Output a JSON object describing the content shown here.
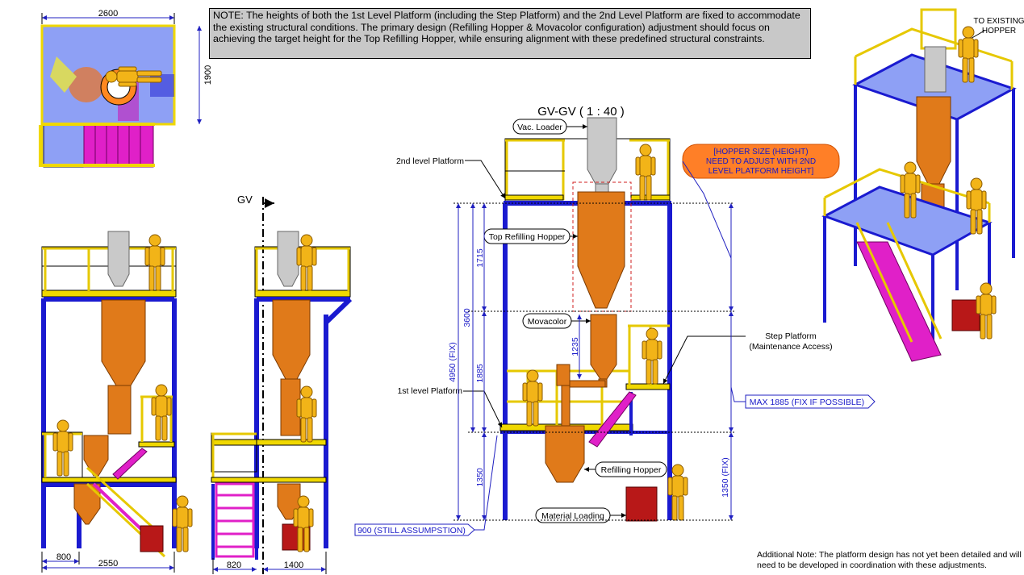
{
  "note_text": "NOTE: The heights of both the 1st Level Platform (including the Step Platform) and the 2nd Level Platform are fixed to accommodate the existing structural conditions. The primary design (Refilling Hopper & Movacolor configuration) adjustment should focus on achieving the target height for the Top Refilling Hopper, while ensuring alignment with these predefined structural constraints.",
  "additional_note": "Additional Note: The platform design has not yet been detailed and will need to be developed in coordination with these adjustments.",
  "plan_view": {
    "dim_width": "2600",
    "dim_depth": "1900"
  },
  "front_view": {
    "dim_a": "800",
    "dim_b": "2550"
  },
  "side_view": {
    "section_mark": "GV",
    "dim_a": "820",
    "dim_b": "1400"
  },
  "section_view": {
    "title": "GV-GV ( 1 : 40 )",
    "labels": {
      "vac_loader": "Vac. Loader",
      "second_platform": "2nd level Platform",
      "top_hopper": "Top Refilling Hopper",
      "movacolor": "Movacolor",
      "first_platform": "1st level Platform",
      "refilling_hopper": "Refilling Hopper",
      "material_loading": "Material Loading",
      "step_platform_1": "Step Platform",
      "step_platform_2": "(Maintenance Access)"
    },
    "hopper_callout": [
      "[HOPPER SIZE (HEIGHT)",
      "NEED TO ADJUST WITH 2ND",
      "LEVEL PLATFORM HEIGHT]"
    ],
    "max_label": "MAX 1885 (FIX IF POSSIBLE)",
    "assumption_label": "900 (STILL ASSUMPSTION)",
    "dims": {
      "total": "4950 (FIX)",
      "upper": "3600",
      "hopper": "1715",
      "mid": "1885",
      "movacolor": "1235",
      "lower": "1350",
      "right": "1350 (FIX)"
    }
  },
  "iso_view": {
    "label_1": "TO EXISTING",
    "label_2": "HOPPER"
  },
  "colors": {
    "frame": "#1a1ad0",
    "rail": "#f0d800",
    "hopper": "#e07a1a",
    "worker": "#f2b418",
    "stairs": "#e020c8",
    "callout_fill": "#ff7f27"
  }
}
